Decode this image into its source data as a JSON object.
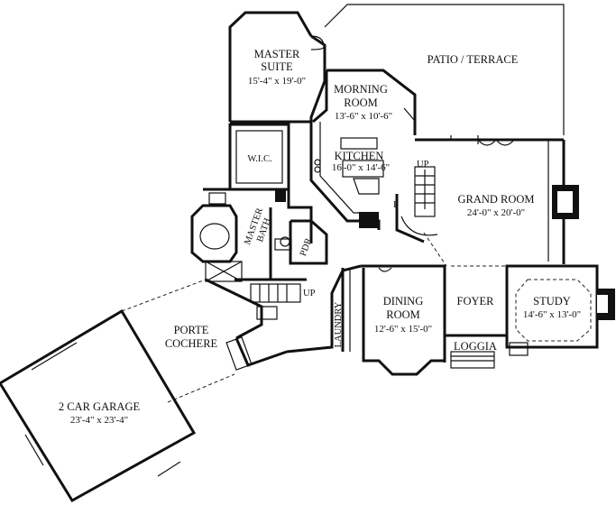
{
  "rooms": {
    "master_suite": {
      "name_line1": "MASTER",
      "name_line2": "SUITE",
      "dims": "15'-4\" x 19'-0\""
    },
    "patio": {
      "name": "PATIO / TERRACE"
    },
    "morning_room": {
      "name_line1": "MORNING",
      "name_line2": "ROOM",
      "dims": "13'-6\" x 10'-6\""
    },
    "wic": {
      "name": "W.I.C."
    },
    "kitchen": {
      "name": "KITCHEN",
      "dims": "16'-0\" x 14'-6\""
    },
    "grand_room": {
      "name": "GRAND ROOM",
      "dims": "24'-0\" x 20'-0\""
    },
    "master_bath": {
      "name_line1": "MASTER",
      "name_line2": "BATH"
    },
    "pdr": {
      "name": "PDR"
    },
    "porte_cochere": {
      "name_line1": "PORTE",
      "name_line2": "COCHERE"
    },
    "laundry": {
      "name": "LAUNDRY"
    },
    "dining_room": {
      "name_line1": "DINING",
      "name_line2": "ROOM",
      "dims": "12'-6\" x 15'-0\""
    },
    "foyer": {
      "name": "FOYER"
    },
    "study": {
      "name": "STUDY",
      "dims": "14'-6\" x 13'-0\""
    },
    "loggia": {
      "name": "LOGGIA"
    },
    "garage": {
      "name": "2 CAR GARAGE",
      "dims": "23'-4\" x 23'-4\""
    }
  },
  "stair_labels": {
    "up_kitchen": "UP",
    "up_bath": "UP",
    "pantry": "P"
  }
}
